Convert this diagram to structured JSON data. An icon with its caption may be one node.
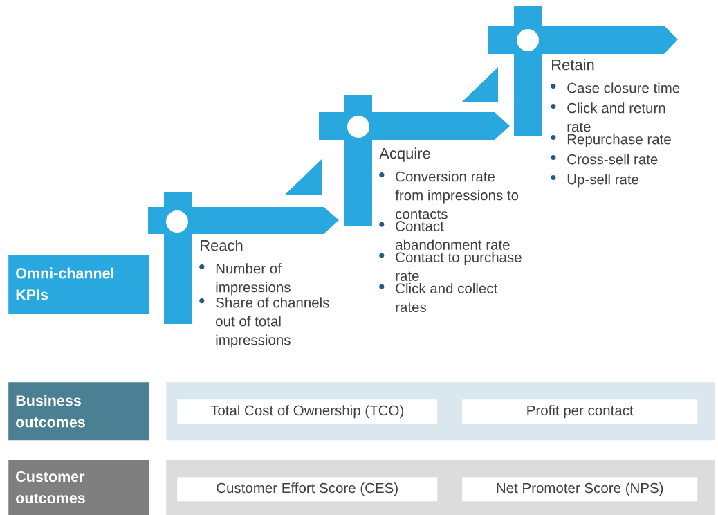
{
  "diagram": {
    "nodes": [
      {
        "text": [
          "Omni-channel KPIs"
        ]
      },
      {
        "text": [
          "Reach",
          "Number of impressions",
          "Share of channels out of total impressions"
        ]
      },
      {
        "text": [
          "Acquire",
          "Conversion rate from impressions to contacts",
          "Contact abandonment rate",
          "Contact to purchase rate",
          "Click and collect rates"
        ]
      },
      {
        "text": [
          "Retain",
          "Case closure time",
          "Click and return rate",
          "Repurchase rate",
          "Cross-sell rate",
          "Up-sell rate"
        ]
      },
      {
        "text": [
          "Business outcomes"
        ]
      },
      {
        "text": [],
        "shape": "band"
      },
      {
        "text": [
          "Total Cost of Ownership (TCO)"
        ],
        "in": 5
      },
      {
        "text": [
          "Profit per contact"
        ],
        "in": 5
      },
      {
        "text": [
          "Customer outcomes"
        ]
      },
      {
        "text": [],
        "shape": "band"
      },
      {
        "text": [
          "Customer Effort Score (CES)"
        ],
        "in": 9
      },
      {
        "text": [
          "Net Promoter Score (NPS)"
        ],
        "in": 9
      }
    ]
  }
}
